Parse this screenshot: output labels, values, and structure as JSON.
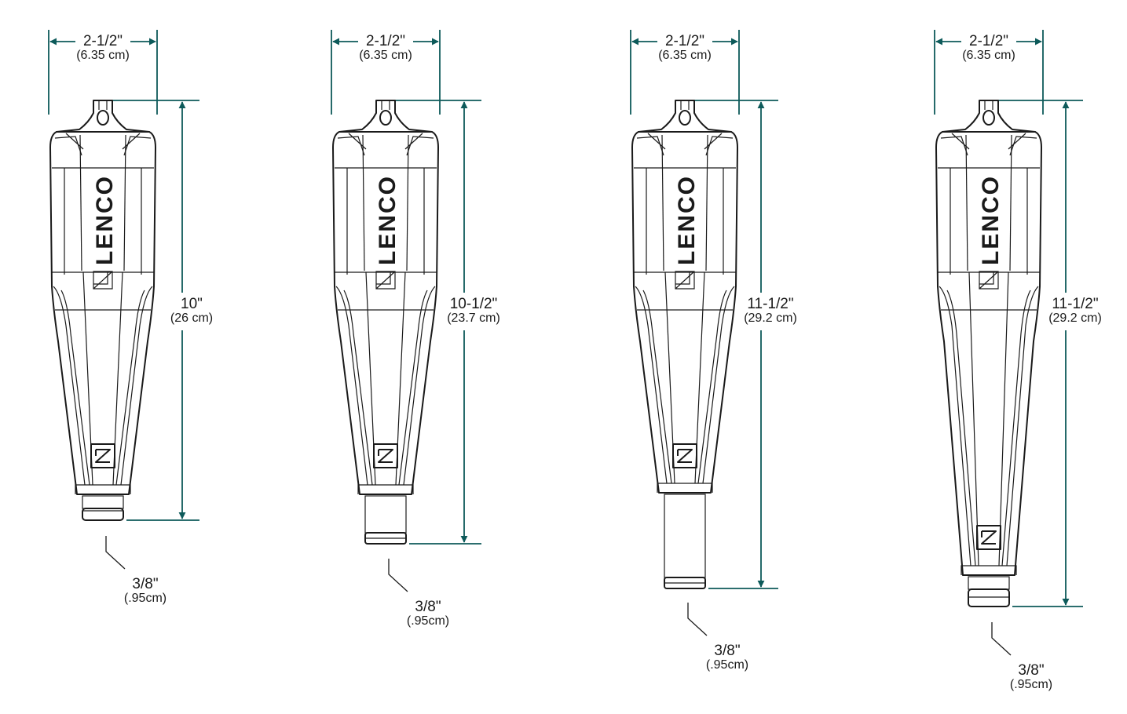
{
  "brand": {
    "logo_text": "LENCO"
  },
  "colors": {
    "dimension_line": "#0d5a5a",
    "outline": "#1a1a1a",
    "background": "#ffffff"
  },
  "products": [
    {
      "width_label": "2-1/2\"",
      "width_sub": "(6.35 cm)",
      "length_label": "10\"",
      "length_sub": "(26 cm)",
      "stem_label": "3/8\"",
      "stem_sub": "(.95cm)"
    },
    {
      "width_label": "2-1/2\"",
      "width_sub": "(6.35 cm)",
      "length_label": "10-1/2\"",
      "length_sub": "(23.7 cm)",
      "stem_label": "3/8\"",
      "stem_sub": "(.95cm)"
    },
    {
      "width_label": "2-1/2\"",
      "width_sub": "(6.35 cm)",
      "length_label": "11-1/2\"",
      "length_sub": "(29.2 cm)",
      "stem_label": "3/8\"",
      "stem_sub": "(.95cm)"
    },
    {
      "width_label": "2-1/2\"",
      "width_sub": "(6.35 cm)",
      "length_label": "11-1/2\"",
      "length_sub": "(29.2 cm)",
      "stem_label": "3/8\"",
      "stem_sub": "(.95cm)"
    }
  ]
}
